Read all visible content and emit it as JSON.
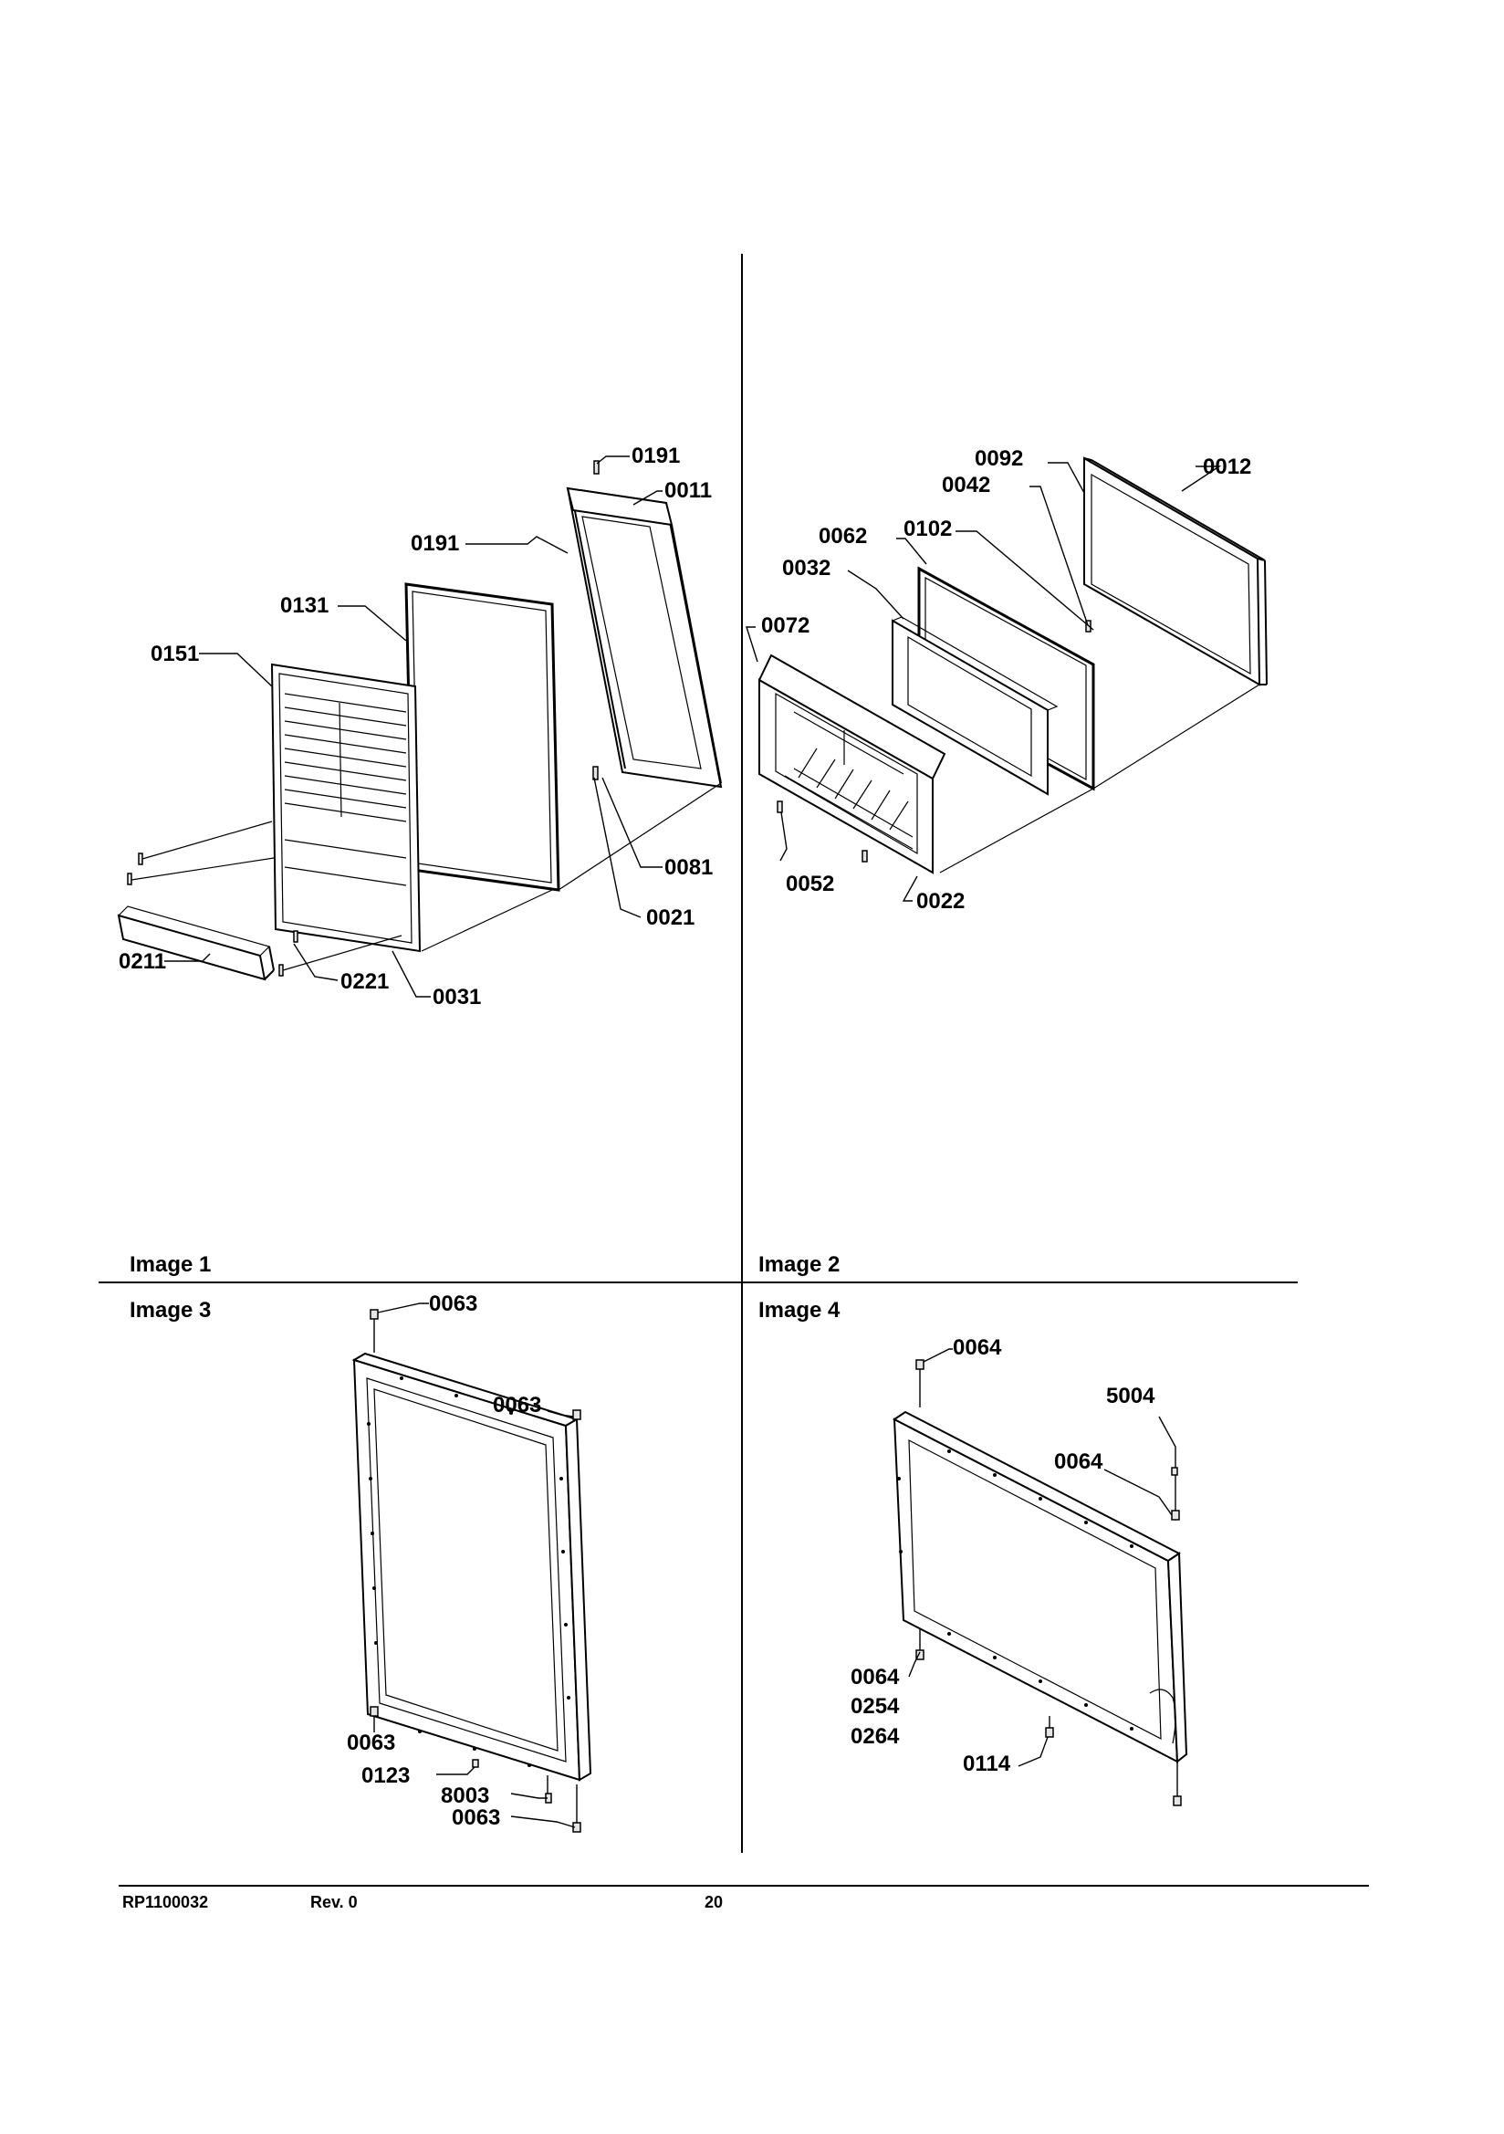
{
  "panels": {
    "image1": {
      "caption": "Image 1",
      "callouts": {
        "p0191a": "0191",
        "p0011": "0011",
        "p0191b": "0191",
        "p0131": "0131",
        "p0151": "0151",
        "p0081": "0081",
        "p0021": "0021",
        "p0211": "0211",
        "p0221": "0221",
        "p0031": "0031"
      }
    },
    "image2": {
      "caption": "Image 2",
      "callouts": {
        "p0092": "0092",
        "p0012": "0012",
        "p0042": "0042",
        "p0062": "0062",
        "p0102": "0102",
        "p0032": "0032",
        "p0072": "0072",
        "p0052": "0052",
        "p0022": "0022"
      }
    },
    "image3": {
      "caption": "Image 3",
      "callouts": {
        "p0063a": "0063",
        "p0063b": "0063",
        "p0063c": "0063",
        "p0123": "0123",
        "p8003": "8003",
        "p0063d": "0063"
      }
    },
    "image4": {
      "caption": "Image 4",
      "callouts": {
        "p0064a": "0064",
        "p5004": "5004",
        "p0064b": "0064",
        "p0064c": "0064",
        "p0254": "0254",
        "p0264": "0264",
        "p0114": "0114"
      }
    }
  },
  "footer": {
    "doc_number": "RP1100032",
    "revision": "Rev. 0",
    "page_number": "20"
  }
}
